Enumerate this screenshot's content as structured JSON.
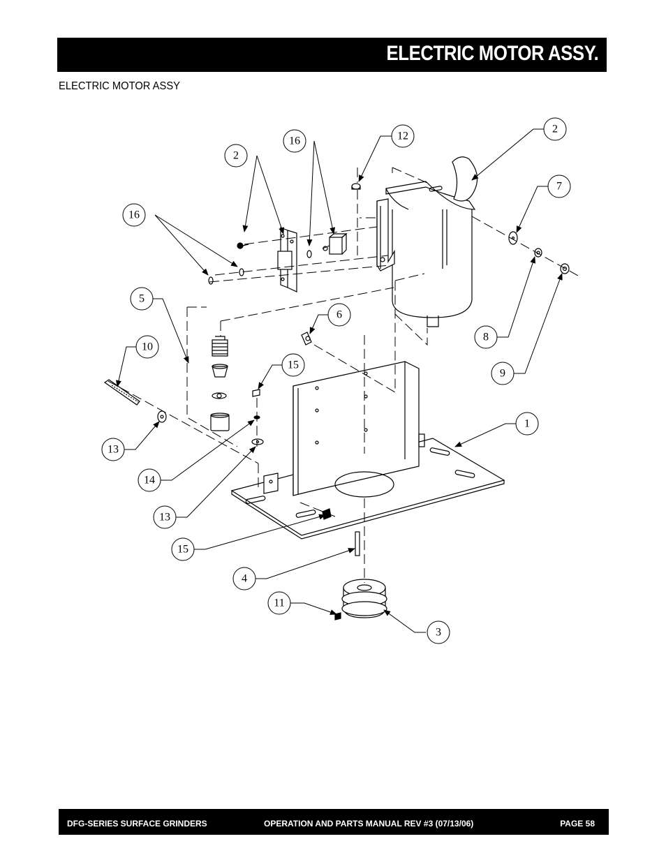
{
  "header": {
    "title": "ELECTRIC MOTOR ASSY."
  },
  "section_title": "ELECTRIC MOTOR ASSY",
  "callouts": {
    "c2_top": "2",
    "c16_top": "16",
    "c12": "12",
    "c2_right": "2",
    "c7": "7",
    "c16_left": "16",
    "c5": "5",
    "c6": "6",
    "c10": "10",
    "c15_top": "15",
    "c8": "8",
    "c9": "9",
    "c1": "1",
    "c13_left": "13",
    "c14": "14",
    "c13_mid": "13",
    "c15_bottom": "15",
    "c4": "4",
    "c11": "11",
    "c3": "3"
  },
  "footer": {
    "left": "DFG-SERIES SURFACE GRINDERS",
    "center": "OPERATION AND PARTS MANUAL REV #3 (07/13/06)",
    "right": "PAGE 58"
  }
}
